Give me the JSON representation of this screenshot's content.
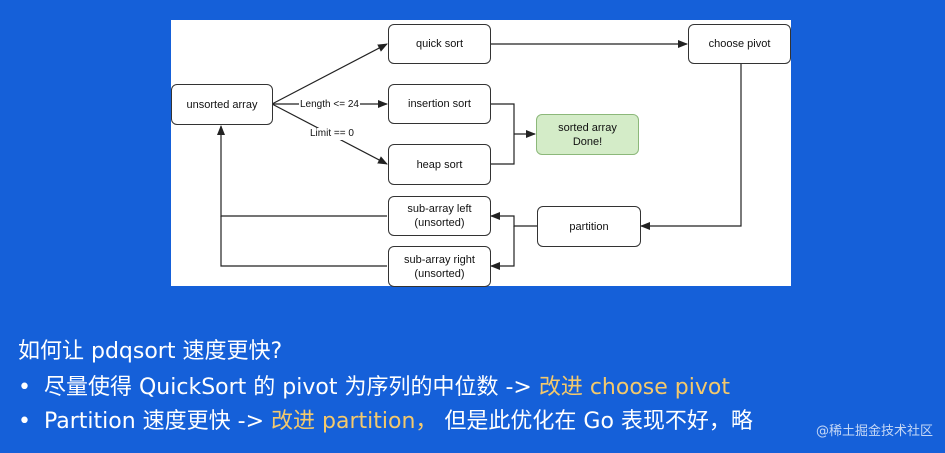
{
  "nodes": {
    "unsorted": "unsorted array",
    "quick": "quick sort",
    "insertion": "insertion sort",
    "heap": "heap sort",
    "choose_pivot": "choose pivot",
    "done": "sorted array\nDone!",
    "partition": "partition",
    "sub_left": "sub-array left\n(unsorted)",
    "sub_right": "sub-array right\n(unsorted)"
  },
  "edge_labels": {
    "length": "Length <= 24",
    "limit": "Limit == 0"
  },
  "text": {
    "question": "如何让 pdqsort 速度更快?",
    "bullet": "•",
    "b1_main": "尽量使得 QuickSort 的 pivot 为序列的中位数 -> ",
    "b1_hl": "改进 choose pivot",
    "b2_main": "Partition 速度更快 -> ",
    "b2_hl": "改进 partition，",
    "b2_tail": " 但是此优化在 Go 表现不好，略"
  },
  "watermark": "@稀土掘金技术社区",
  "colors": {
    "background": "#1560d9",
    "highlight": "#f4c96c",
    "done_fill": "#d4ecc8"
  }
}
